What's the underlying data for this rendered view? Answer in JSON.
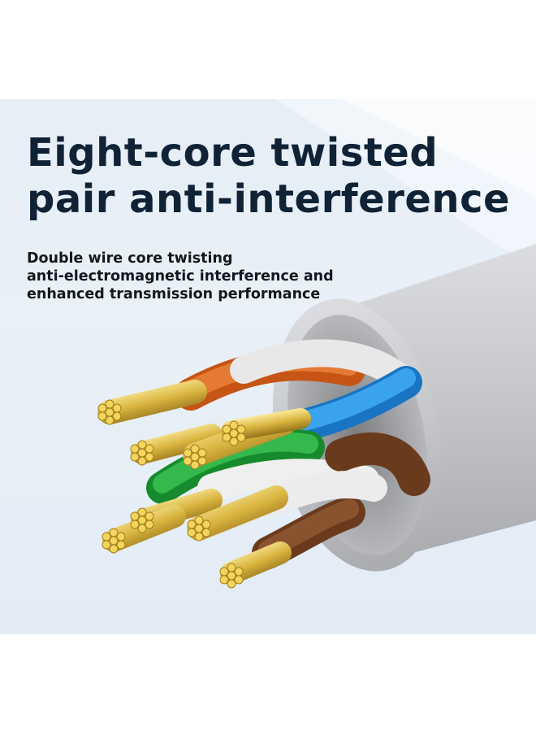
{
  "headline": {
    "line1": "Eight-core twisted",
    "line2": "pair anti-interference"
  },
  "subtitle": {
    "line1": "Double wire core twisting",
    "line2": "anti-electromagnetic interference and",
    "line3": "enhanced transmission performance"
  },
  "colors": {
    "background": "#e6eef6",
    "headline_text": "#0f2236",
    "jacket": "#c9cbce",
    "copper": "#d9b43f",
    "wire_orange": "#d9661e",
    "wire_blue": "#1f8fe0",
    "wire_green": "#23a33a",
    "wire_brown": "#7a4524",
    "wire_white": "#f2f2f2"
  }
}
